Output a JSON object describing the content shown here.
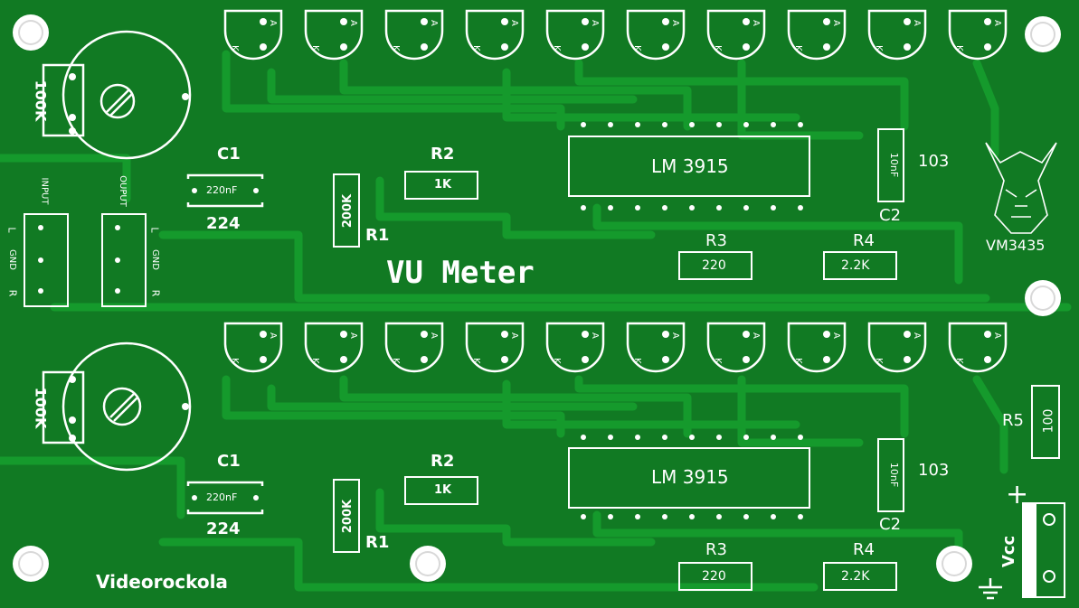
{
  "board": {
    "title": "VU Meter",
    "author": "Videorockola",
    "logo_caption": "VM3435",
    "colors": {
      "substrate": "#117a23",
      "trace": "#159a2c",
      "silkscreen": "#ffffff"
    }
  },
  "channels": [
    {
      "pot": "100K",
      "c1": {
        "ref": "C1",
        "value": "220nF",
        "code": "224"
      },
      "r1": {
        "ref": "R1",
        "value": "200K"
      },
      "r2": {
        "ref": "R2",
        "value": "1K"
      },
      "ic": {
        "value": "LM 3915"
      },
      "c2": {
        "ref": "C2",
        "value": "10nF",
        "code": "103"
      },
      "r3": {
        "ref": "R3",
        "value": "220"
      },
      "r4": {
        "ref": "R4",
        "value": "2.2K"
      },
      "led_marks": {
        "anode": "A",
        "cathode": "K"
      }
    },
    {
      "pot": "100K",
      "c1": {
        "ref": "C1",
        "value": "220nF",
        "code": "224"
      },
      "r1": {
        "ref": "R1",
        "value": "200K"
      },
      "r2": {
        "ref": "R2",
        "value": "1K"
      },
      "ic": {
        "value": "LM 3915"
      },
      "c2": {
        "ref": "C2",
        "value": "10nF",
        "code": "103"
      },
      "r3": {
        "ref": "R3",
        "value": "220"
      },
      "r4": {
        "ref": "R4",
        "value": "2.2K"
      },
      "led_marks": {
        "anode": "A",
        "cathode": "K"
      }
    }
  ],
  "connectors": {
    "input": {
      "title": "INPUT",
      "pins": [
        "L",
        "GND",
        "R"
      ]
    },
    "output": {
      "title": "OUPUT",
      "pins": [
        "L",
        "GND",
        "R"
      ]
    },
    "power": {
      "label": "Vcc",
      "plus": "+"
    }
  },
  "r5": {
    "ref": "R5",
    "value": "100"
  }
}
